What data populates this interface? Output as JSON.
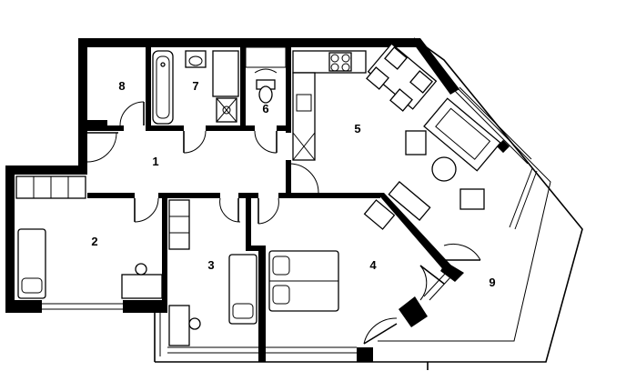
{
  "plan": {
    "rooms": [
      {
        "id": "hall",
        "number": "1"
      },
      {
        "id": "bedroom-a",
        "number": "2"
      },
      {
        "id": "bedroom-b",
        "number": "3"
      },
      {
        "id": "master-bedroom",
        "number": "4"
      },
      {
        "id": "living-kitchen",
        "number": "5"
      },
      {
        "id": "wc",
        "number": "6"
      },
      {
        "id": "bathroom",
        "number": "7"
      },
      {
        "id": "storage",
        "number": "8"
      },
      {
        "id": "terrace",
        "number": "9"
      }
    ]
  }
}
